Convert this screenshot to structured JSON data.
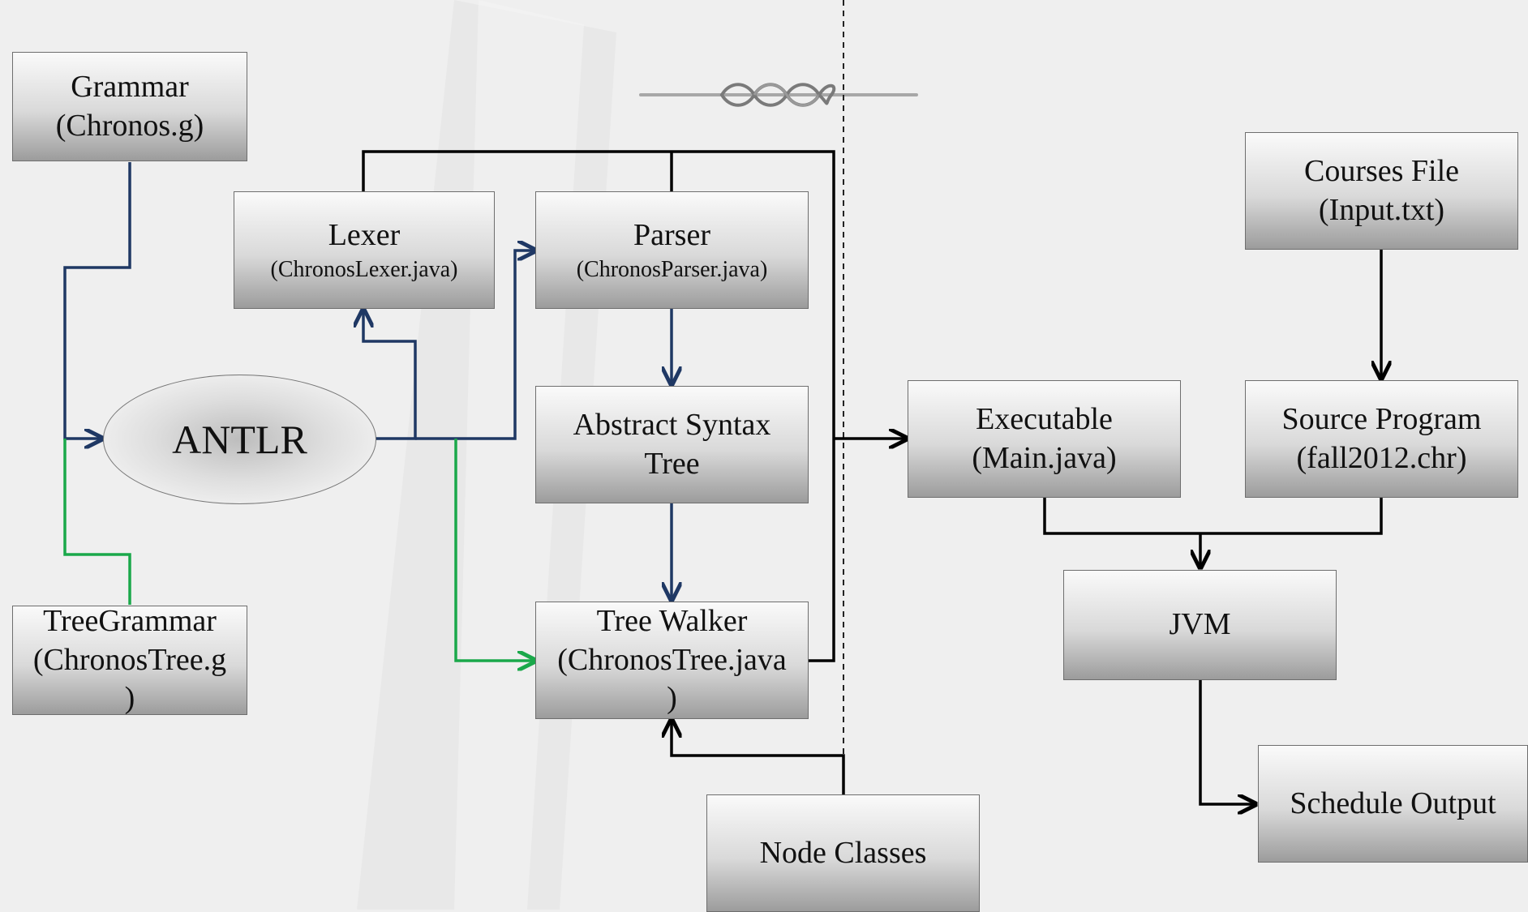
{
  "nodes": {
    "grammar": {
      "line1": "Grammar",
      "line2": "(Chronos.g)"
    },
    "treegrammar": {
      "line1": "TreeGrammar",
      "line2": "(ChronosTree.g",
      "line3": ")"
    },
    "antlr": {
      "label": "ANTLR"
    },
    "lexer": {
      "line1": "Lexer",
      "line2": "(ChronosLexer.java)"
    },
    "parser": {
      "line1": "Parser",
      "line2": "(ChronosParser.java)"
    },
    "ast": {
      "line1": "Abstract Syntax",
      "line2": "Tree"
    },
    "treewalker": {
      "line1": "Tree Walker",
      "line2": "(ChronosTree.java",
      "line3": ")"
    },
    "nodeclasses": {
      "label": "Node Classes"
    },
    "executable": {
      "line1": "Executable",
      "line2": "(Main.java)"
    },
    "coursesfile": {
      "line1": "Courses File",
      "line2": "(Input.txt)"
    },
    "sourceprogram": {
      "line1": "Source Program",
      "line2": "(fall2012.chr)"
    },
    "jvm": {
      "label": "JVM"
    },
    "scheduleoutput": {
      "label": "Schedule Output"
    }
  },
  "colors": {
    "navy_arrow": "#1f3864",
    "green_arrow": "#1aa84a",
    "black_arrow": "#000000",
    "box_border": "#6e6e6e"
  }
}
